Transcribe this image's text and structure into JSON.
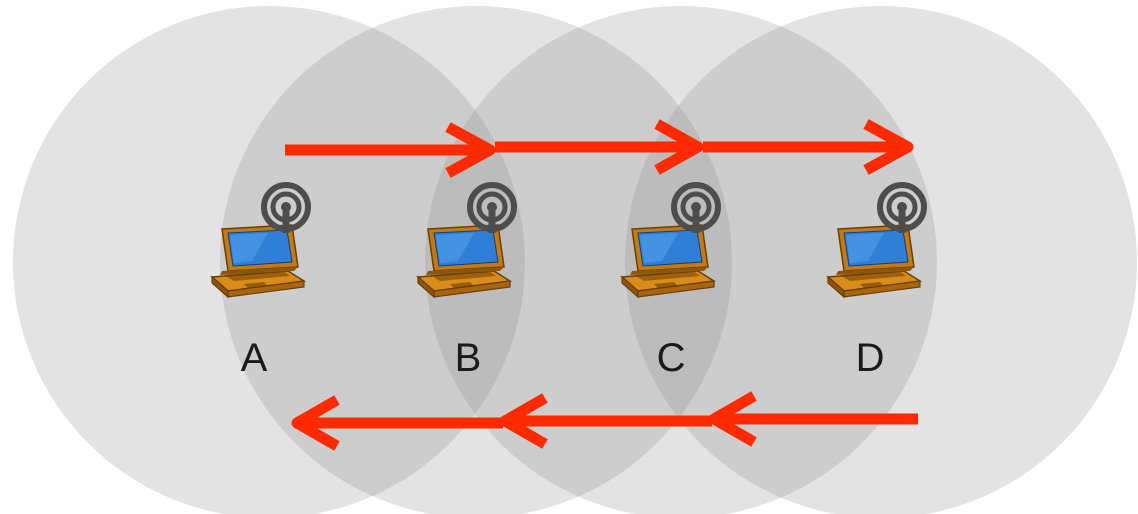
{
  "nodes": [
    {
      "id": "node-a",
      "label": "A"
    },
    {
      "id": "node-b",
      "label": "B"
    },
    {
      "id": "node-c",
      "label": "C"
    },
    {
      "id": "node-d",
      "label": "D"
    }
  ],
  "colors": {
    "range_circle": "#7f7f7f",
    "arrow": "#ff2a00",
    "antenna": "#4d4d4d",
    "laptop_body": "#d98c1a",
    "laptop_screen": "#2f7fd6",
    "background": "#ffffff"
  },
  "icons": {
    "device": "laptop-icon",
    "radio": "wireless-antenna-icon"
  },
  "arrows": [
    {
      "name": "forward-hop-a-b",
      "direction": "right"
    },
    {
      "name": "forward-hop-b-c",
      "direction": "right"
    },
    {
      "name": "forward-hop-c-d",
      "direction": "right"
    },
    {
      "name": "return-hop-d-c",
      "direction": "left"
    },
    {
      "name": "return-hop-c-b",
      "direction": "left"
    },
    {
      "name": "return-hop-b-a",
      "direction": "left"
    }
  ]
}
